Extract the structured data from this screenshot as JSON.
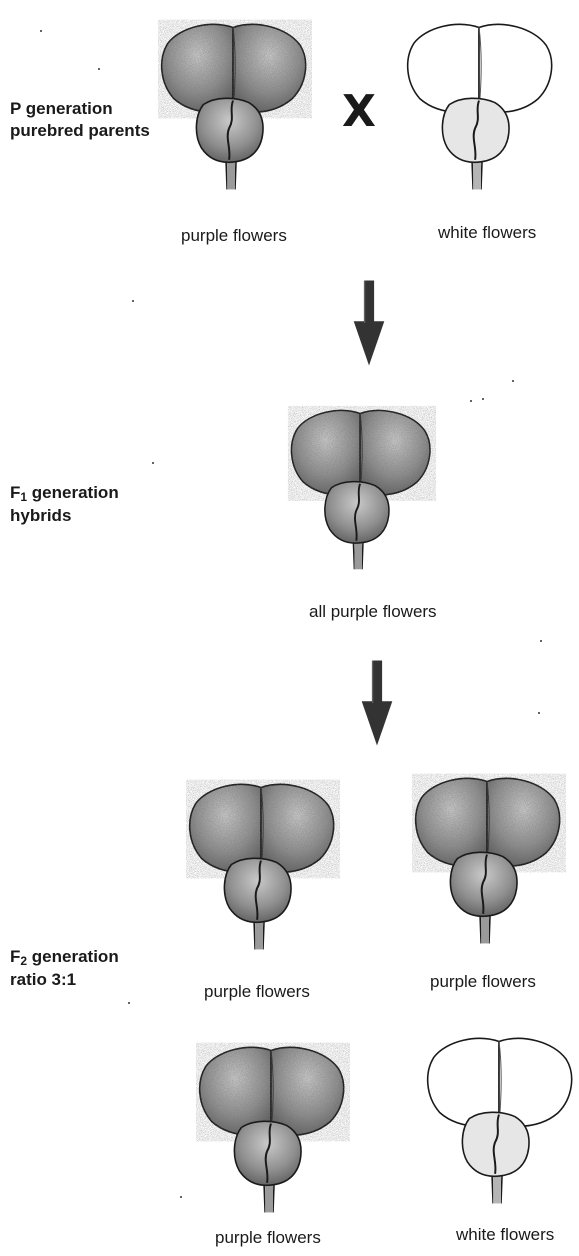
{
  "p_generation": {
    "line1": "P generation",
    "line2": "purebred parents",
    "cross_symbol": "X",
    "left_caption": "purple flowers",
    "right_caption": "white flowers"
  },
  "f1_generation": {
    "prefix": "F",
    "subscript": "1",
    "suffix": " generation",
    "line2": "hybrids",
    "caption": "all purple flowers"
  },
  "f2_generation": {
    "prefix": "F",
    "subscript": "2",
    "suffix": " generation",
    "line2": "ratio 3:1",
    "captions": [
      "purple flowers",
      "purple flowers",
      "purple flowers",
      "white flowers"
    ]
  },
  "colors": {
    "purple_shade": "#7a7a7a",
    "white_fill": "#ffffff",
    "outline": "#1a1a1a",
    "arrow": "#333333"
  },
  "icons": {
    "flower_purple": "purple-flower-icon",
    "flower_white": "white-flower-icon",
    "arrow": "down-arrow-icon"
  }
}
